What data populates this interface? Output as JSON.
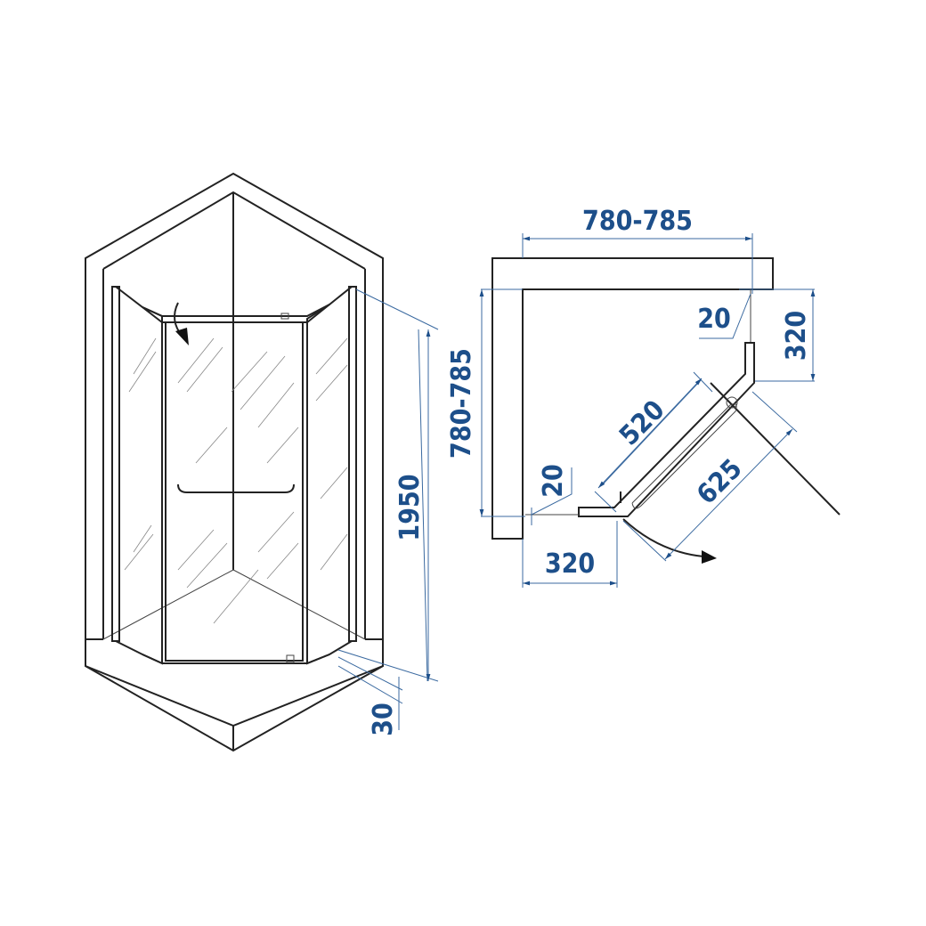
{
  "dimensions": {
    "plan_width": "780-785",
    "plan_depth": "780-785",
    "wall_gap_top": "20",
    "side_panel_right": "320",
    "door_width": "520",
    "door_opening": "625",
    "wall_gap_left": "20",
    "side_panel_bottom": "320",
    "height": "1950",
    "tray_height": "30"
  },
  "colors": {
    "dimension_text": "#1d4f8a",
    "outline": "#222222"
  }
}
